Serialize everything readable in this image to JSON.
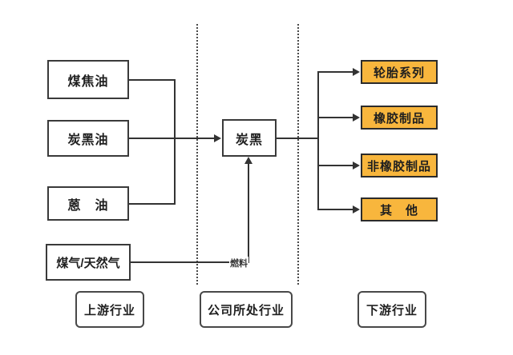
{
  "upstream": {
    "coal_tar": "煤焦油",
    "carbon_black_oil": "炭黑油",
    "anthracene_oil": "蒽　油",
    "gas": "煤气/天然气"
  },
  "company": {
    "carbon_black": "炭黑",
    "fuel": "燃料"
  },
  "downstream": {
    "tire": "轮胎系列",
    "rubber": "橡胶制品",
    "non_rubber": "非橡胶制品",
    "other": "其　他"
  },
  "stages": {
    "upstream_label": "上游行业",
    "company_label": "公司所处行业",
    "downstream_label": "下游行业"
  },
  "colors": {
    "downstream_fill": "#F8B63D",
    "line": "#333333",
    "border": "#3a3a3a"
  }
}
